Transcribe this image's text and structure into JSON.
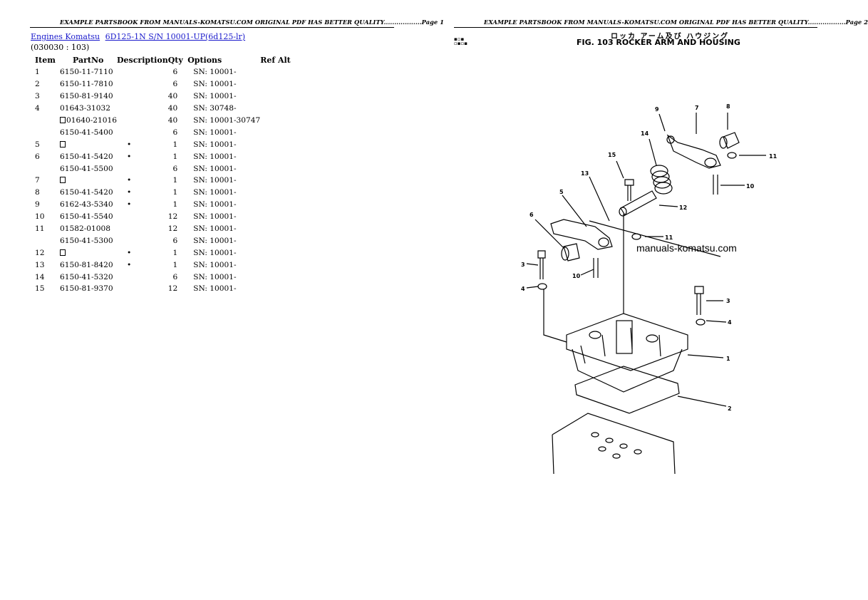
{
  "page1": {
    "header": "EXAMPLE PARTSBOOK FROM MANUALS-KOMATSU.COM ORIGINAL PDF HAS BETTER QUALITY..................Page 1",
    "breadcrumb": {
      "link1": "Engines Komatsu",
      "link2": "6D125-1N S/N 10001-UP(6d125-lr)"
    },
    "reference": "(030030 : 103)",
    "columns": [
      "Item",
      "PartNo",
      "Description",
      "Qty",
      "Options",
      "Ref Alt"
    ],
    "rows": [
      {
        "item": "1",
        "boxed": false,
        "part": "6150-11-7110",
        "desc": "",
        "qty": "6",
        "opt": "SN: 10001-"
      },
      {
        "item": "2",
        "boxed": false,
        "part": "6150-11-7810",
        "desc": "",
        "qty": "6",
        "opt": "SN: 10001-"
      },
      {
        "item": "3",
        "boxed": false,
        "part": "6150-81-9140",
        "desc": "",
        "qty": "40",
        "opt": "SN: 10001-"
      },
      {
        "item": "4",
        "boxed": false,
        "part": "01643-31032",
        "desc": "",
        "qty": "40",
        "opt": "SN: 30748-"
      },
      {
        "item": "",
        "boxed": true,
        "part": "01640-21016",
        "desc": "",
        "qty": "40",
        "opt": "SN: 10001-30747"
      },
      {
        "item": "",
        "boxed": false,
        "part": "6150-41-5400",
        "desc": "",
        "qty": "6",
        "opt": "SN: 10001-"
      },
      {
        "item": "5",
        "boxed": true,
        "part": "",
        "desc": "•",
        "qty": "1",
        "opt": "SN: 10001-"
      },
      {
        "item": "6",
        "boxed": false,
        "part": "6150-41-5420",
        "desc": "•",
        "qty": "1",
        "opt": "SN: 10001-"
      },
      {
        "item": "",
        "boxed": false,
        "part": "6150-41-5500",
        "desc": "",
        "qty": "6",
        "opt": "SN: 10001-"
      },
      {
        "item": "7",
        "boxed": true,
        "part": "",
        "desc": "•",
        "qty": "1",
        "opt": "SN: 10001-"
      },
      {
        "item": "8",
        "boxed": false,
        "part": "6150-41-5420",
        "desc": "•",
        "qty": "1",
        "opt": "SN: 10001-"
      },
      {
        "item": "9",
        "boxed": false,
        "part": "6162-43-5340",
        "desc": "•",
        "qty": "1",
        "opt": "SN: 10001-"
      },
      {
        "item": "10",
        "boxed": false,
        "part": "6150-41-5540",
        "desc": "",
        "qty": "12",
        "opt": "SN: 10001-"
      },
      {
        "item": "11",
        "boxed": false,
        "part": "01582-01008",
        "desc": "",
        "qty": "12",
        "opt": "SN: 10001-"
      },
      {
        "item": "",
        "boxed": false,
        "part": "6150-41-5300",
        "desc": "",
        "qty": "6",
        "opt": "SN: 10001-"
      },
      {
        "item": "12",
        "boxed": true,
        "part": "",
        "desc": "•",
        "qty": "1",
        "opt": "SN: 10001-"
      },
      {
        "item": "13",
        "boxed": false,
        "part": "6150-81-8420",
        "desc": "•",
        "qty": "1",
        "opt": "SN: 10001-"
      },
      {
        "item": "14",
        "boxed": false,
        "part": "6150-41-5320",
        "desc": "",
        "qty": "6",
        "opt": "SN: 10001-"
      },
      {
        "item": "15",
        "boxed": false,
        "part": "6150-81-9370",
        "desc": "",
        "qty": "12",
        "opt": "SN: 10001-"
      }
    ]
  },
  "page2": {
    "header": "EXAMPLE PARTSBOOK FROM MANUALS-KOMATSU.COM ORIGINAL PDF HAS BETTER QUALITY..................Page 2",
    "figure_title_jp": "ロッカ アーム及び ハウジング",
    "figure_title": "FIG. 103 ROCKER ARM AND HOUSING",
    "watermark": "manuals-komatsu.com",
    "callouts": [
      "9",
      "7",
      "8",
      "11",
      "14",
      "15",
      "10",
      "13",
      "5",
      "12",
      "6",
      "11",
      "3",
      "10",
      "4",
      "3",
      "4",
      "1",
      "2"
    ]
  }
}
